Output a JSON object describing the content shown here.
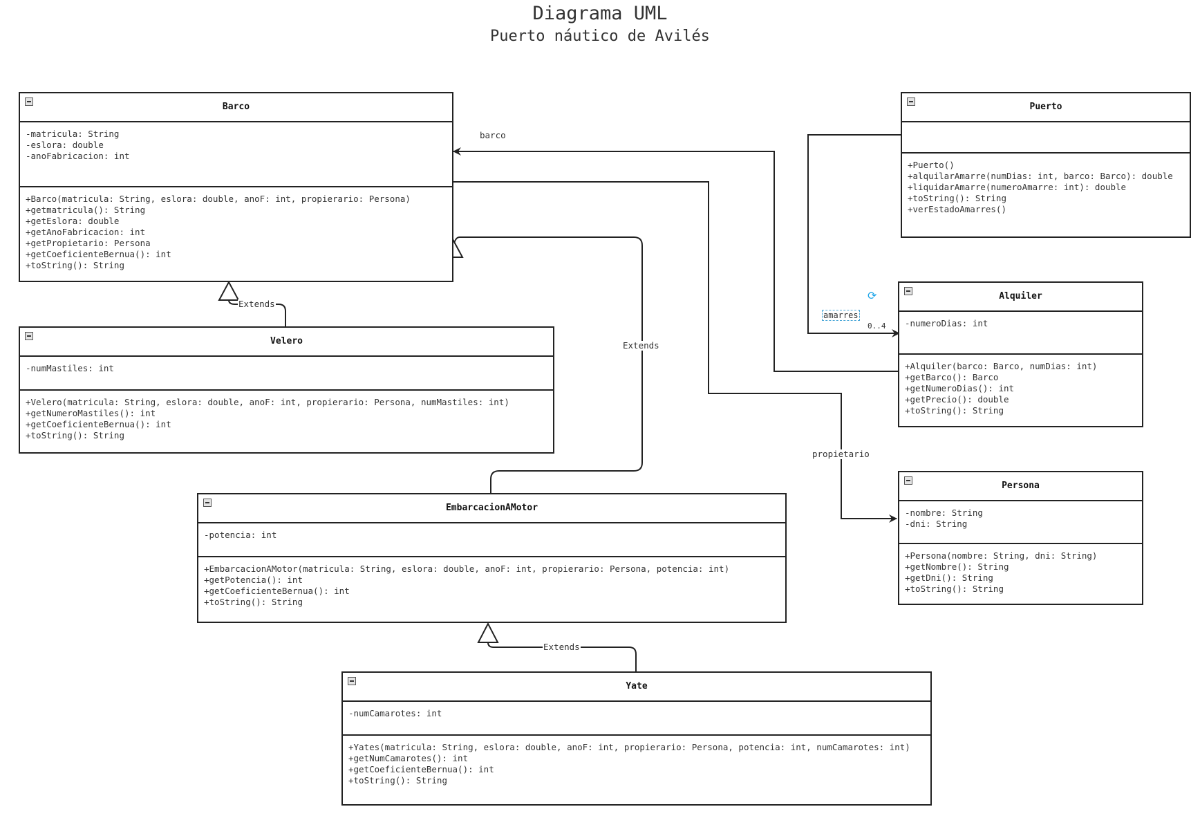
{
  "diagram": {
    "title": "Diagrama UML",
    "subtitle": "Puerto náutico de Avilés"
  },
  "classes": {
    "barco": {
      "name": "Barco",
      "attributes": [
        "-matricula: String",
        "-eslora: double",
        "-anoFabricacion: int"
      ],
      "methods": [
        "+Barco(matricula: String, eslora: double, anoF: int, propierario: Persona)",
        "+getmatricula(): String",
        "+getEslora: double",
        "+getAnoFabricacion: int",
        "+getPropietario: Persona",
        "+getCoeficienteBernua(): int",
        "+toString(): String"
      ]
    },
    "velero": {
      "name": "Velero",
      "attributes": [
        "-numMastiles: int"
      ],
      "methods": [
        "+Velero(matricula: String, eslora: double, anoF: int, propierario: Persona, numMastiles: int)",
        "+getNumeroMastiles(): int",
        "+getCoeficienteBernua(): int",
        "+toString(): String"
      ]
    },
    "motor": {
      "name": "EmbarcacionAMotor",
      "attributes": [
        "-potencia: int"
      ],
      "methods": [
        "+EmbarcacionAMotor(matricula: String, eslora: double, anoF: int, propierario: Persona, potencia: int)",
        "+getPotencia(): int",
        "+getCoeficienteBernua(): int",
        "+toString(): String"
      ]
    },
    "yate": {
      "name": "Yate",
      "attributes": [
        "-numCamarotes: int"
      ],
      "methods": [
        "+Yates(matricula: String, eslora: double, anoF: int, propierario: Persona, potencia: int, numCamarotes: int)",
        "+getNumCamarotes(): int",
        "+getCoeficienteBernua(): int",
        "+toString(): String"
      ]
    },
    "puerto": {
      "name": "Puerto",
      "attributes": [],
      "methods": [
        "+Puerto()",
        "+alquilarAmarre(numDias: int, barco: Barco): double",
        "+liquidarAmarre(numeroAmarre: int): double",
        "+toString(): String",
        "+verEstadoAmarres()"
      ]
    },
    "alquiler": {
      "name": "Alquiler",
      "attributes": [
        "-numeroDias: int"
      ],
      "methods": [
        "+Alquiler(barco: Barco, numDias: int)",
        "+getBarco(): Barco",
        "+getNumeroDias(): int",
        "+getPrecio(): double",
        "+toString(): String"
      ]
    },
    "persona": {
      "name": "Persona",
      "attributes": [
        "-nombre: String",
        "-dni: String"
      ],
      "methods": [
        "+Persona(nombre: String, dni: String)",
        "+getNombre(): String",
        "+getDni(): String",
        "+toString(): String"
      ]
    }
  },
  "links": {
    "barco": "barco",
    "propietario": "propietario",
    "amarres": "amarres",
    "multiplicity": "0..4",
    "extends": "Extends"
  },
  "icons": {
    "collapse": "collapse-icon",
    "refresh": "refresh-icon"
  },
  "colors": {
    "line": "#222222",
    "accent": "#1aa3e8",
    "handle": "#f5a623"
  }
}
